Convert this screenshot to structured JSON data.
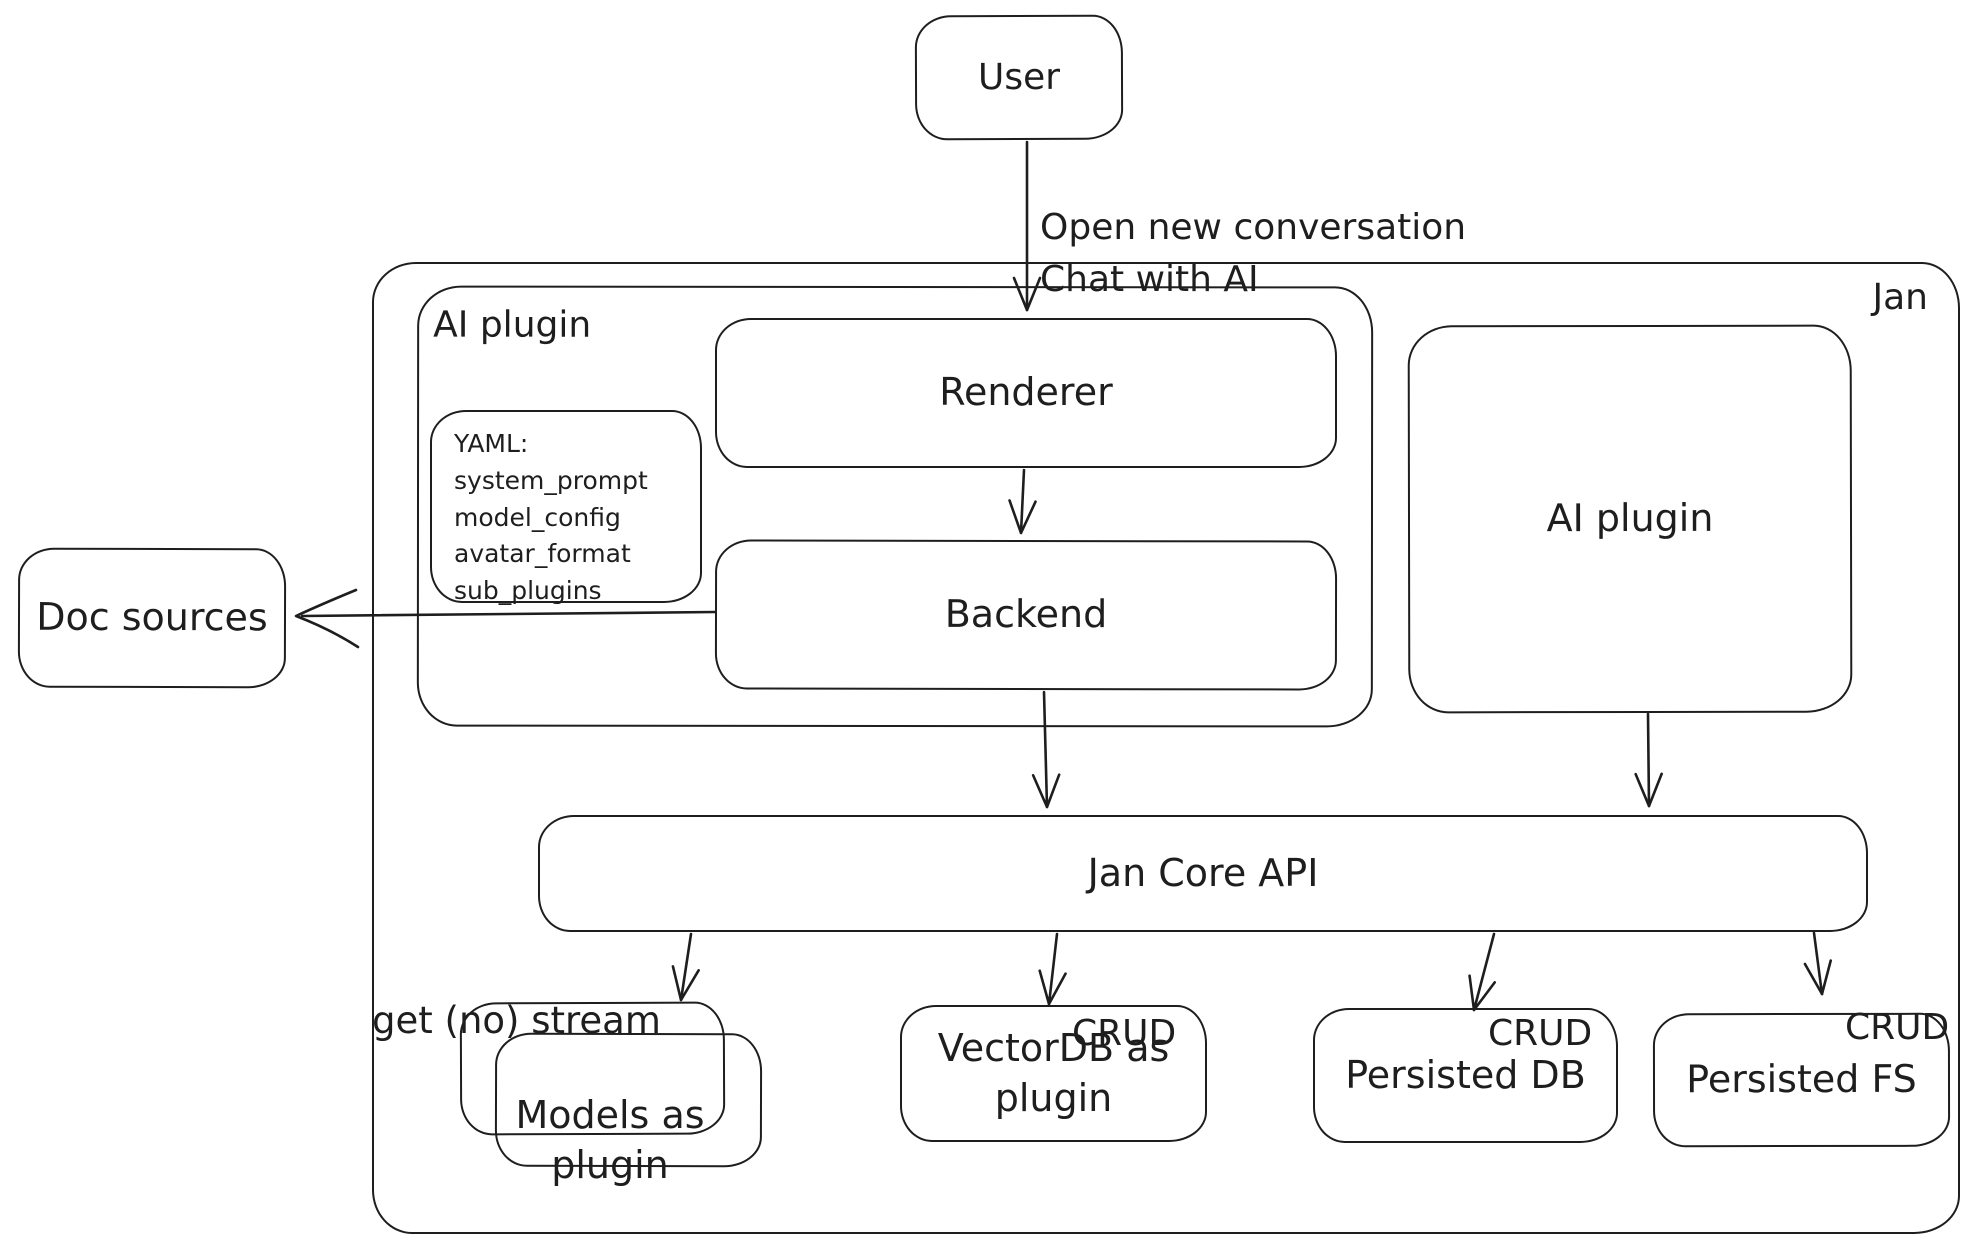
{
  "canvas": {
    "background": "#ffffff",
    "stroke_color": "#1e1e1e"
  },
  "nodes": {
    "user": {
      "label": "User"
    },
    "jan_container": {
      "label": "Jan"
    },
    "ai_plugin_group": {
      "label": "AI plugin"
    },
    "yaml_note": {
      "title": "YAML:",
      "lines": [
        "system_prompt",
        "model_config",
        "avatar_format",
        "sub_plugins"
      ]
    },
    "renderer": {
      "label": "Renderer"
    },
    "backend": {
      "label": "Backend"
    },
    "ai_plugin_box": {
      "label": "AI plugin"
    },
    "doc_sources": {
      "label": "Doc sources"
    },
    "jan_core_api": {
      "label": "Jan Core API"
    },
    "models_as_plugin": {
      "label": "Models as\nplugin"
    },
    "vectordb_as_plugin": {
      "label": "VectorDB as\nplugin"
    },
    "persisted_db": {
      "label": "Persisted DB"
    },
    "persisted_fs": {
      "label": "Persisted FS"
    }
  },
  "edges": {
    "user_to_renderer": {
      "label": "Open new conversation\nChat with AI"
    },
    "api_to_models": {
      "label": "get (no) stream"
    },
    "api_to_vectordb": {
      "label": "CRUD"
    },
    "api_to_persisted_db": {
      "label": "CRUD"
    },
    "api_to_persisted_fs": {
      "label": "CRUD"
    }
  }
}
